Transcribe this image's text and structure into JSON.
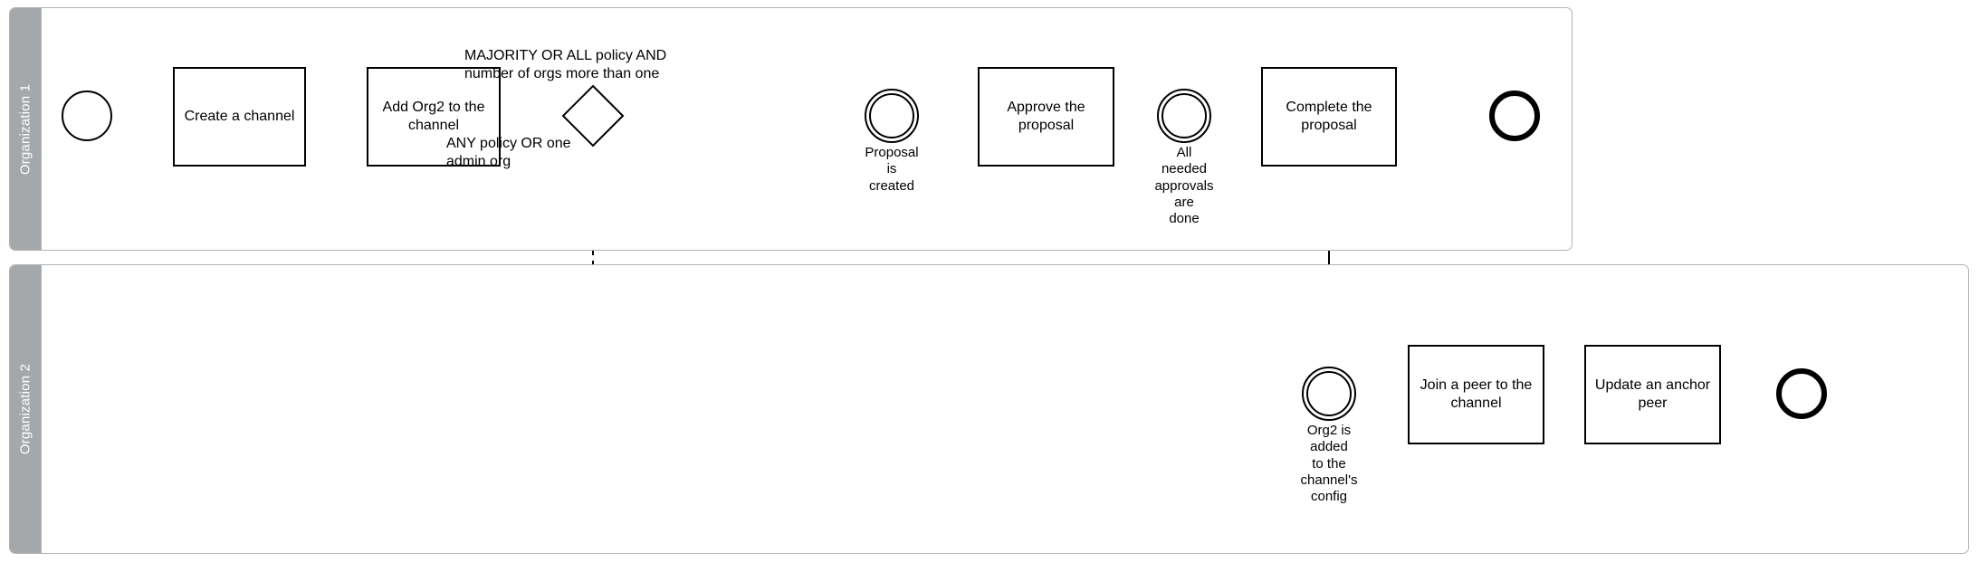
{
  "diagram": {
    "type": "bpmn-collaboration",
    "title": "Hyperledger Fabric channel creation and Org2 onboarding",
    "colors": {
      "lane_header_fill": "#a5a8aa",
      "lane_header_text": "#ffffff",
      "pool_border": "#b3b3b3",
      "shape_stroke": "#000000",
      "shape_fill": "#ffffff"
    }
  },
  "pools": [
    {
      "id": "org1",
      "label": "Organization 1"
    },
    {
      "id": "org2",
      "label": "Organization 2"
    }
  ],
  "org1": {
    "start_event": {
      "name": "start-event",
      "label": ""
    },
    "tasks": [
      {
        "id": "create-channel",
        "label": "Create a channel"
      },
      {
        "id": "add-org2",
        "label": "Add Org2 to the\nchannel"
      },
      {
        "id": "approve-proposal",
        "label": "Approve the\nproposal"
      },
      {
        "id": "complete-proposal",
        "label": "Complete the\nproposal"
      }
    ],
    "gateway": {
      "id": "policy-gateway",
      "type": "exclusive",
      "label": ""
    },
    "intermediate_events": [
      {
        "id": "proposal-created",
        "label": "Proposal\nis\ncreated"
      },
      {
        "id": "approvals-done",
        "label": "All\nneeded\napprovals\nare\ndone"
      }
    ],
    "end_event": {
      "name": "end-event",
      "label": ""
    },
    "annotations": [
      {
        "id": "majority-policy",
        "text": "MAJORITY OR ALL policy AND\nnumber of orgs more than one"
      },
      {
        "id": "any-policy",
        "text": "ANY policy OR one\nadmin org"
      }
    ]
  },
  "org2": {
    "intermediate_events": [
      {
        "id": "org2-added",
        "label": "Org2 is\nadded\nto the\nchannel's\nconfig"
      }
    ],
    "tasks": [
      {
        "id": "join-peer",
        "label": "Join a peer to the\nchannel"
      },
      {
        "id": "update-anchor-peer",
        "label": "Update an anchor\npeer"
      }
    ],
    "end_event": {
      "name": "end-event",
      "label": ""
    }
  }
}
